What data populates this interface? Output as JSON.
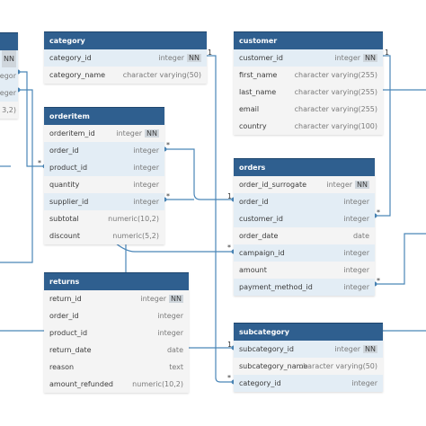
{
  "colors": {
    "header": "#2f5f8f",
    "link": "#4a86b8",
    "row_fk": "#e3edf5",
    "row": "#f4f4f4"
  },
  "tables": {
    "left_clip": {
      "rows": [
        {
          "name": "",
          "type": "NN"
        },
        {
          "name": "",
          "type": "ategor"
        },
        {
          "name": "",
          "type": "eger"
        },
        {
          "name": "",
          "type": "3,2)"
        }
      ]
    },
    "category": {
      "title": "category",
      "rows": [
        {
          "name": "category_id",
          "type": "integer",
          "nn": "NN"
        },
        {
          "name": "category_name",
          "type": "character varying(50)"
        }
      ]
    },
    "customer": {
      "title": "customer",
      "rows": [
        {
          "name": "customer_id",
          "type": "integer",
          "nn": "NN"
        },
        {
          "name": "first_name",
          "type": "character varying(255)"
        },
        {
          "name": "last_name",
          "type": "character varying(255)"
        },
        {
          "name": "email",
          "type": "character varying(255)"
        },
        {
          "name": "country",
          "type": "character varying(100)"
        }
      ]
    },
    "orderitem": {
      "title": "orderitem",
      "rows": [
        {
          "name": "orderitem_id",
          "type": "integer",
          "nn": "NN"
        },
        {
          "name": "order_id",
          "type": "integer"
        },
        {
          "name": "product_id",
          "type": "integer"
        },
        {
          "name": "quantity",
          "type": "integer"
        },
        {
          "name": "supplier_id",
          "type": "integer"
        },
        {
          "name": "subtotal",
          "type": "numeric(10,2)"
        },
        {
          "name": "discount",
          "type": "numeric(5,2)"
        }
      ]
    },
    "orders": {
      "title": "orders",
      "rows": [
        {
          "name": "order_id_surrogate",
          "type": "integer",
          "nn": "NN"
        },
        {
          "name": "order_id",
          "type": "integer"
        },
        {
          "name": "customer_id",
          "type": "integer"
        },
        {
          "name": "order_date",
          "type": "date"
        },
        {
          "name": "campaign_id",
          "type": "integer"
        },
        {
          "name": "amount",
          "type": "integer"
        },
        {
          "name": "payment_method_id",
          "type": "integer"
        }
      ]
    },
    "returns": {
      "title": "returns",
      "rows": [
        {
          "name": "return_id",
          "type": "integer",
          "nn": "NN"
        },
        {
          "name": "order_id",
          "type": "integer"
        },
        {
          "name": "product_id",
          "type": "integer"
        },
        {
          "name": "return_date",
          "type": "date"
        },
        {
          "name": "reason",
          "type": "text"
        },
        {
          "name": "amount_refunded",
          "type": "numeric(10,2)"
        }
      ]
    },
    "subcategory": {
      "title": "subcategory",
      "rows": [
        {
          "name": "subcategory_id",
          "type": "integer",
          "nn": "NN"
        },
        {
          "name": "subcategory_name",
          "type": "character varying(50)"
        },
        {
          "name": "category_id",
          "type": "integer"
        }
      ]
    }
  },
  "cardinality": {
    "one": "1",
    "many": "*"
  }
}
